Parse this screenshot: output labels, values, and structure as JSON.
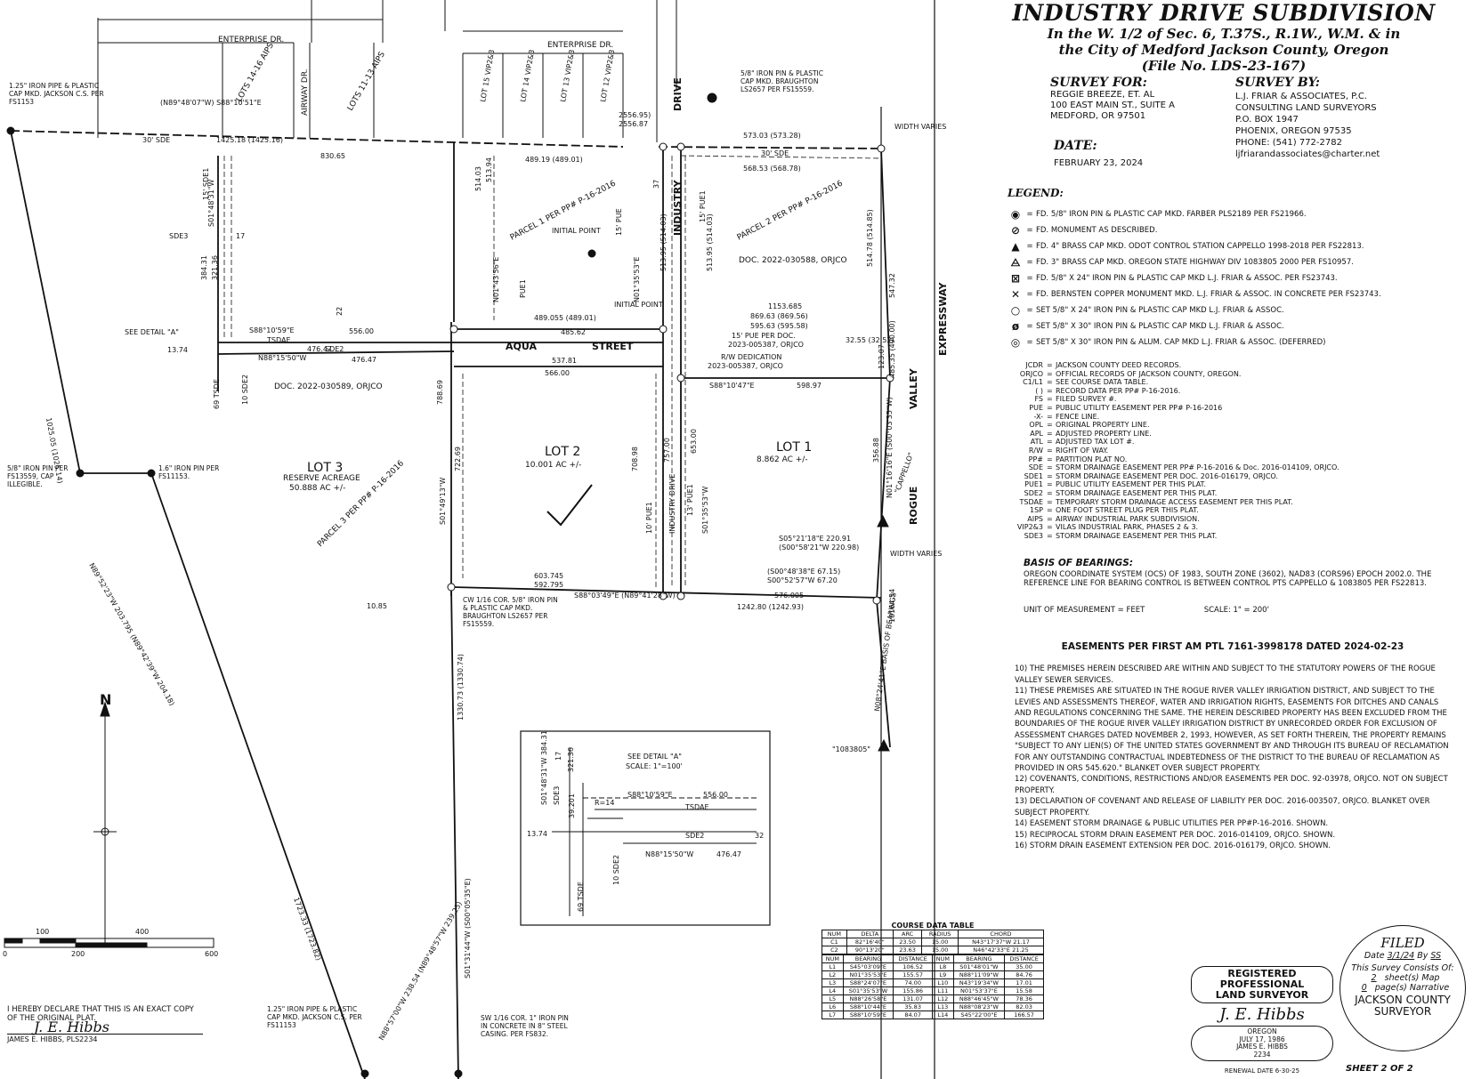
{
  "title": {
    "main": "INDUSTRY DRIVE SUBDIVISION",
    "line1": "In the W. 1/2 of Sec. 6, T.37S., R.1W., W.M. & in",
    "line2": "the City of Medford  Jackson County, Oregon",
    "line3": "(File No. LDS-23-167)"
  },
  "survey_for": {
    "heading": "SURVEY FOR:",
    "lines": [
      "REGGIE BREEZE, ET. AL",
      "100 EAST MAIN ST., SUITE A",
      "MEDFORD, OR  97501"
    ]
  },
  "survey_by": {
    "heading": "SURVEY BY:",
    "lines": [
      "L.J. FRIAR & ASSOCIATES, P.C.",
      "CONSULTING LAND SURVEYORS",
      "P.O. BOX 1947",
      "PHOENIX, OREGON  97535",
      "PHONE: (541) 772-2782",
      "ljfriarandassociates@charter.net"
    ]
  },
  "date_block": {
    "heading": "DATE:",
    "value": "FEBRUARY 23, 2024"
  },
  "legend": {
    "heading": "LEGEND:",
    "symbols": [
      {
        "icon": "filled-circle-dot-icon",
        "glyph": "◉",
        "text": "FD. 5/8\" IRON PIN & PLASTIC CAP MKD. FARBER PLS2189 PER FS21966."
      },
      {
        "icon": "slashed-filled-circle-icon",
        "glyph": "⊘",
        "text": "FD. MONUMENT AS DESCRIBED."
      },
      {
        "icon": "filled-triangle-icon",
        "glyph": "▲",
        "text": "FD. 4\" BRASS CAP MKD. ODOT CONTROL STATION CAPPELLO 1998-2018 PER FS22813."
      },
      {
        "icon": "crossed-triangle-icon",
        "glyph": "⨺",
        "text": "FD. 3\" BRASS CAP MKD. OREGON STATE HIGHWAY DIV 1083805 2000 PER FS10957."
      },
      {
        "icon": "slashed-square-pin-icon",
        "glyph": "⊠",
        "text": "FD. 5/8\" X 24\" IRON PIN & PLASTIC CAP MKD L.J. FRIAR & ASSOC. PER FS23743."
      },
      {
        "icon": "crossed-monument-icon",
        "glyph": "✕",
        "text": "FD. BERNSTEN COPPER MONUMENT MKD. L.J. FRIAR & ASSOC. IN CONCRETE PER FS23743."
      },
      {
        "icon": "open-circle-icon",
        "glyph": "○",
        "text": "SET 5/8\" X 24\" IRON PIN & PLASTIC CAP MKD L.J. FRIAR & ASSOC."
      },
      {
        "icon": "slashed-open-circle-icon",
        "glyph": "ø",
        "text": "SET 5/8\" X 30\" IRON PIN & PLASTIC CAP MKD L.J. FRIAR & ASSOC."
      },
      {
        "icon": "double-circle-icon",
        "glyph": "◎",
        "text": "SET 5/8\" X 30\" IRON PIN & ALUM. CAP MKD L.J. FRIAR & ASSOC. (DEFERRED)"
      }
    ],
    "abbreviations": [
      {
        "k": "JCDR",
        "v": "JACKSON COUNTY DEED RECORDS."
      },
      {
        "k": "ORJCO",
        "v": "OFFICIAL RECORDS OF JACKSON COUNTY, OREGON."
      },
      {
        "k": "C1/L1",
        "v": "SEE COURSE DATA TABLE."
      },
      {
        "k": "( )",
        "v": "RECORD DATA PER PP# P-16-2016."
      },
      {
        "k": "FS",
        "v": "FILED SURVEY #."
      },
      {
        "k": "PUE",
        "v": "PUBLIC UTILITY EASEMENT PER PP# P-16-2016"
      },
      {
        "k": "-X-",
        "v": "FENCE LINE."
      },
      {
        "k": "OPL",
        "v": "ORIGINAL PROPERTY LINE."
      },
      {
        "k": "APL",
        "v": "ADJUSTED PROPERTY LINE."
      },
      {
        "k": "ATL",
        "v": "ADJUSTED TAX LOT #."
      },
      {
        "k": "R/W",
        "v": "RIGHT OF WAY."
      },
      {
        "k": "PP#",
        "v": "PARTITION PLAT NO."
      },
      {
        "k": "SDE",
        "v": "STORM DRAINAGE EASEMENT PER PP# P-16-2016 & Doc. 2016-014109, ORJCO."
      },
      {
        "k": "SDE1",
        "v": "STORM DRAINAGE EASEMENT PER DOC. 2016-016179, ORJCO."
      },
      {
        "k": "PUE1",
        "v": "PUBLIC UTILITY EASEMENT PER THIS PLAT."
      },
      {
        "k": "SDE2",
        "v": "STORM DRAINAGE EASEMENT PER THIS PLAT."
      },
      {
        "k": "TSDAE",
        "v": "TEMPORARY STORM DRAINAGE ACCESS EASEMENT PER THIS PLAT."
      },
      {
        "k": "1SP",
        "v": "ONE FOOT STREET PLUG PER THIS PLAT."
      },
      {
        "k": "AIPS",
        "v": "AIRWAY INDUSTRIAL PARK SUBDIVISION."
      },
      {
        "k": "VIP2&3",
        "v": "VILAS INDUSTRIAL PARK, PHASES 2 & 3."
      },
      {
        "k": "SDE3",
        "v": "STORM DRAINAGE EASEMENT PER THIS PLAT."
      }
    ]
  },
  "basis": {
    "heading": "BASIS OF BEARINGS:",
    "text": "OREGON COORDINATE SYSTEM (OCS) OF 1983, SOUTH ZONE (3602), NAD83 (CORS96) EPOCH 2002.0. THE REFERENCE LINE FOR BEARING CONTROL IS BETWEEN CONTROL PTS CAPPELLO & 1083805 PER FS22813."
  },
  "units": {
    "measure": "UNIT OF MEASUREMENT = FEET",
    "scale": "SCALE: 1\" = 200'"
  },
  "easements": {
    "heading": "EASEMENTS PER FIRST AM PTL 7161-3998178 DATED 2024-02-23",
    "items": [
      "10) THE PREMISES HEREIN DESCRIBED ARE WITHIN AND SUBJECT TO THE STATUTORY POWERS OF THE ROGUE VALLEY SEWER SERVICES.",
      "11) THESE PREMISES ARE SITUATED IN THE ROGUE RIVER VALLEY IRRIGATION DISTRICT, AND SUBJECT TO THE LEVIES AND ASSESSMENTS THEREOF, WATER AND IRRIGATION RIGHTS, EASEMENTS FOR DITCHES AND CANALS AND REGULATIONS CONCERNING THE SAME. THE HEREIN DESCRIBED PROPERTY HAS BEEN EXCLUDED FROM THE BOUNDARIES OF THE ROGUE RIVER VALLEY IRRIGATION DISTRICT BY UNRECORDED ORDER FOR EXCLUSION OF ASSESSMENT CHARGES DATED NOVEMBER 2, 1993, HOWEVER, AS SET FORTH THEREIN, THE PROPERTY REMAINS \"SUBJECT TO ANY LIEN(S) OF THE UNITED STATES GOVERNMENT BY AND THROUGH ITS BUREAU OF RECLAMATION FOR ANY OUTSTANDING CONTRACTUAL INDEBTEDNESS OF THE DISTRICT TO THE BUREAU OF RECLAMATION AS PROVIDED IN ORS 545.620.\" BLANKET OVER SUBJECT PROPERTY.",
      "12) COVENANTS, CONDITIONS, RESTRICTIONS AND/OR EASEMENTS PER DOC. 92-03978, ORJCO. NOT ON SUBJECT PROPERTY.",
      "13) DECLARATION OF COVENANT AND RELEASE OF LIABILITY PER DOC. 2016-003507, ORJCO. BLANKET OVER SUBJECT PROPERTY.",
      "14) EASEMENT STORM DRAINAGE & PUBLIC UTILITIES PER PP#P-16-2016. SHOWN.",
      "15) RECIPROCAL STORM DRAIN EASEMENT PER DOC. 2016-014109, ORJCO. SHOWN.",
      "16) STORM DRAIN EASEMENT EXTENSION PER DOC. 2016-016179, ORJCO. SHOWN."
    ]
  },
  "course_table": {
    "caption": "COURSE DATA TABLE",
    "curve_header": [
      "NUM",
      "DELTA",
      "ARC",
      "RADIUS",
      "CHORD"
    ],
    "curves": [
      [
        "C1",
        "82°16'40\"",
        "23.50",
        "15.00",
        "N43°17'37\"W  21.17"
      ],
      [
        "C2",
        "90°13'20\"",
        "23.63",
        "15.00",
        "N46°42'33\"E  21.25"
      ]
    ],
    "line_header": [
      "NUM",
      "BEARING",
      "DISTANCE",
      "NUM",
      "BEARING",
      "DISTANCE"
    ],
    "lines": [
      [
        "L1",
        "S45°03'09\"E",
        "106.52",
        "L8",
        "S01°48'01\"W",
        "35.00"
      ],
      [
        "L2",
        "N01°35'53\"E",
        "155.57",
        "L9",
        "N88°11'09\"W",
        "84.76"
      ],
      [
        "L3",
        "S88°24'07\"E",
        "74.00",
        "L10",
        "N43°19'34\"W",
        "17.01"
      ],
      [
        "L4",
        "S01°35'53\"W",
        "155.86",
        "L11",
        "N01°53'37\"E",
        "15.58"
      ],
      [
        "L5",
        "N88°26'58\"E",
        "131.07",
        "L12",
        "N88°46'45\"W",
        "78.36"
      ],
      [
        "L6",
        "S88°10'44\"E",
        "35.83",
        "L13",
        "N88°08'23\"W",
        "82.03"
      ],
      [
        "L7",
        "S88°10'59\"E",
        "84.07",
        "L14",
        "S45°22'00\"E",
        "166.57"
      ]
    ]
  },
  "stamp": {
    "header": [
      "REGISTERED",
      "PROFESSIONAL",
      "LAND SURVEYOR"
    ],
    "signature": "J. E. Hibbs",
    "oval": [
      "OREGON",
      "JULY 17, 1986",
      "JAMES E. HIBBS",
      "2234"
    ],
    "renewal": "RENEWAL DATE 6-30-25"
  },
  "filed": {
    "title": "FILED",
    "date_label": "Date",
    "date_value": "3/1/24",
    "by_label": "By",
    "by_value": "SS",
    "line1": "This Survey Consists Of:",
    "sheets_value": "2",
    "sheets_label": "sheet(s) Map",
    "pages_value": "0",
    "pages_label": "page(s) Narrative",
    "office": [
      "JACKSON COUNTY",
      "SURVEYOR"
    ]
  },
  "sheet": "SHEET  2  OF  2",
  "declaration": {
    "text": "I HEREBY DECLARE THAT THIS IS AN EXACT COPY OF THE ORIGINAL PLAT.",
    "signature": "J. E. Hibbs",
    "name": "JAMES E. HIBBS, PLS2234"
  },
  "map_labels": {
    "enterprise1": "ENTERPRISE DR.",
    "enterprise2": "ENTERPRISE DR.",
    "airway": "AIRWAY DR.",
    "industry": "INDUSTRY",
    "drive": "DRIVE",
    "industry_drive": "INDUSTRY DRIVE",
    "aqua": "AQUA",
    "street": "STREET",
    "expressway": "EXPRESSWAY",
    "valley": "VALLEY",
    "rogue": "ROGUE",
    "lots1416": "LOTS 14-16 AIPS",
    "lots1113": "LOTS 11-13 AIPS",
    "lot15": "LOT 15 VIP2&3",
    "lot14": "LOT 14 VIP2&3",
    "lot13": "LOT 13 VIP2&3",
    "lot12": "LOT 12 VIP2&3",
    "lot2": "LOT 2",
    "lot2_area": "10.001 AC +/-",
    "lot1": "LOT 1",
    "lot1_area": "8.862 AC +/-",
    "lot3": "LOT 3",
    "lot3_reserve": "RESERVE ACREAGE",
    "lot3_area": "50.888 AC +/-",
    "parcel1": "PARCEL 1 PER PP# P-16-2016",
    "parcel2": "PARCEL 2 PER PP# P-16-2016",
    "parcel3": "PARCEL 3 PER PP# P-16-2016",
    "doc_a": "DOC. 2022-030588, ORJCO",
    "doc_b": "DOC. 2022-030589, ORJCO",
    "rw_dedication": "R/W DEDICATION",
    "rw_doc": "2023-005387, ORJCO",
    "pue_doc": "15' PUE PER DOC.",
    "pue_doc2": "2023-005387, ORJCO",
    "see_detail": "SEE DETAIL \"A\"",
    "initial_point": "INITIAL POINT",
    "initial_point2": "INITIAL POINT",
    "width_varies1": "WIDTH VARIES",
    "width_varies2": "WIDTH VARIES",
    "basis_of_bearings": "N08°24'41\"E BASIS OF BEARINGS",
    "cappello": "\"CAPPELLO\"",
    "mon1083805": "\"1083805\"",
    "note_nw_pipe": "1.25\" IRON PIPE & PLASTIC CAP MKD. JACKSON C.S. PER FS1153",
    "note_58_pin": "5/8\" IRON PIN PER FS13559, CAP ILLEGIBLE.",
    "note_16_pin": "1.6\" IRON PIN PER FS11153.",
    "note_ne_pin": "5/8\" IRON PIN & PLASTIC CAP MKD. BRAUGHTON LS2657 PER FS15559.",
    "note_cw": "CW 1/16 COR. 5/8\" IRON PIN & PLASTIC CAP MKD. BRAUGHTON LS2657 PER FS15559.",
    "note_sw": "SW 1/16 COR. 1\" IRON PIN IN CONCRETE IN 8\" STEEL CASING. PER FS832.",
    "note_sw_pipe": "1.25\" IRON PIPE & PLASTIC CAP MKD. JACKSON C.S. PER FS11153",
    "d_1425": "1425.18 (1425.16)",
    "d_830": "830.65",
    "d_489": "489.19 (489.01)",
    "d_573": "573.03 (573.28)",
    "d_568": "568.53 (568.78)",
    "d_2556": "2556.95)",
    "d_2556b": "2556.87",
    "d_1153": "1153.685",
    "d_869": "869.63 (869.56)",
    "d_595": "595.63 (595.58)",
    "d_485": "485.62",
    "d_537": "537.81",
    "d_566": "566.00",
    "d_556": "556.00",
    "d_476a": "476.47",
    "d_476b": "476.47",
    "d_489055": "489.055 (489.01)",
    "d_598": "598.97",
    "d_603": "603.745",
    "d_592": "592.795",
    "d_576": "576.005",
    "d_1242": "1242.80 (1242.93)",
    "d_1330": "1330.73 (1330.74)",
    "d_1025": "1025.05 (1025.14)",
    "d_1723": "1723.33 (1723.82)",
    "b_s88103": "S88°10'47\"E",
    "b_s88059": "S88°10'59\"E",
    "b_n88155": "N88°15'50\"W",
    "b_s8803": "S88°03'49\"E (N89°41'28\"W)",
    "b_s0148": "S01°48'31\"W",
    "b_s0149": "S01°49'13\"W",
    "b_n0143": "N01°43'56\"E",
    "b_s0131": "S01°31'44\"W (S00°05'35\"E)",
    "b_n0135": "N01°35'53\"E",
    "b_s0135": "S01°35'53\"W",
    "b_n0116": "N01°16'16\"E (S00°03'35\"W)",
    "b_s0521": "S05°21'18\"E 220.91",
    "b_s0558": "(S00°58'21\"W 220.98)",
    "b_s0048": "(S00°48'38\"E 67.15)",
    "b_s0052": "S00°52'57\"W 67.20",
    "b_n8857": "N88°57'00\"W 238.54 (N89°48'57\"W 239.25)",
    "b_n8952": "N89°52'23\"W 203.795 (N89°42'39\"W 204.18)",
    "b_n8948": "(N89°48'07\"W) S88°10'51\"E",
    "d_485b": "485.35 (490.00)",
    "d_123": "123.07",
    "d_32": "32.55 (32.52)",
    "d_547": "547.32",
    "d_514": "514.78 (514.85)",
    "d_10164": "10164.54",
    "d_356": "356.88",
    "d_722": "722.69",
    "d_788": "788.69",
    "d_757": "757.00",
    "d_653": "653.00",
    "d_708": "708.98",
    "d_513a": "513.95 (514.03)",
    "d_513b": "513.95 (514.03)",
    "d_514b": "514.03",
    "d_513c": "513.94",
    "d_384": "384.31",
    "d_321": "321.36",
    "d_10585": "10.85",
    "d_13": "13.74",
    "d_37": "37",
    "w_30sde": "30' SDE",
    "w_30sde2": "30' SDE",
    "w_15sde1": "15' SDE1",
    "w_pue1": "PUE1",
    "w_15pue": "15' PUE",
    "w_10pue1": "10' PUE1",
    "w_13pue1": "13' PUE1",
    "w_15pue2": "15' PUE1",
    "sde3": "SDE3",
    "sde2": "SDE2",
    "tsdae": "TSDAE",
    "s69": "69 TSDE",
    "s10": "10 SDE2",
    "s17": "17",
    "s22": "22",
    "scale_0": "0",
    "scale_100": "100",
    "scale_200": "200",
    "scale_400": "400",
    "scale_600": "600",
    "north": "N",
    "detail_title": "SEE DETAIL \"A\"",
    "detail_scale": "SCALE: 1\"=100'",
    "detail_b1": "S88°10'59\"E",
    "detail_d1": "556.00",
    "detail_tsdae": "TSDAE",
    "detail_sde2": "SDE2",
    "detail_b2": "N88°15'50\"W",
    "detail_d2": "476.47",
    "detail_384": "S01°48'31\"W 384.31",
    "detail_321": "321.36",
    "detail_13": "13.74",
    "detail_sde3": "SDE3",
    "detail_39": "39.201",
    "detail_r14": "R=14",
    "detail_32": "32",
    "detail_17": "17",
    "detail_69": "69 TSDE",
    "detail_10": "10 SDE2"
  }
}
